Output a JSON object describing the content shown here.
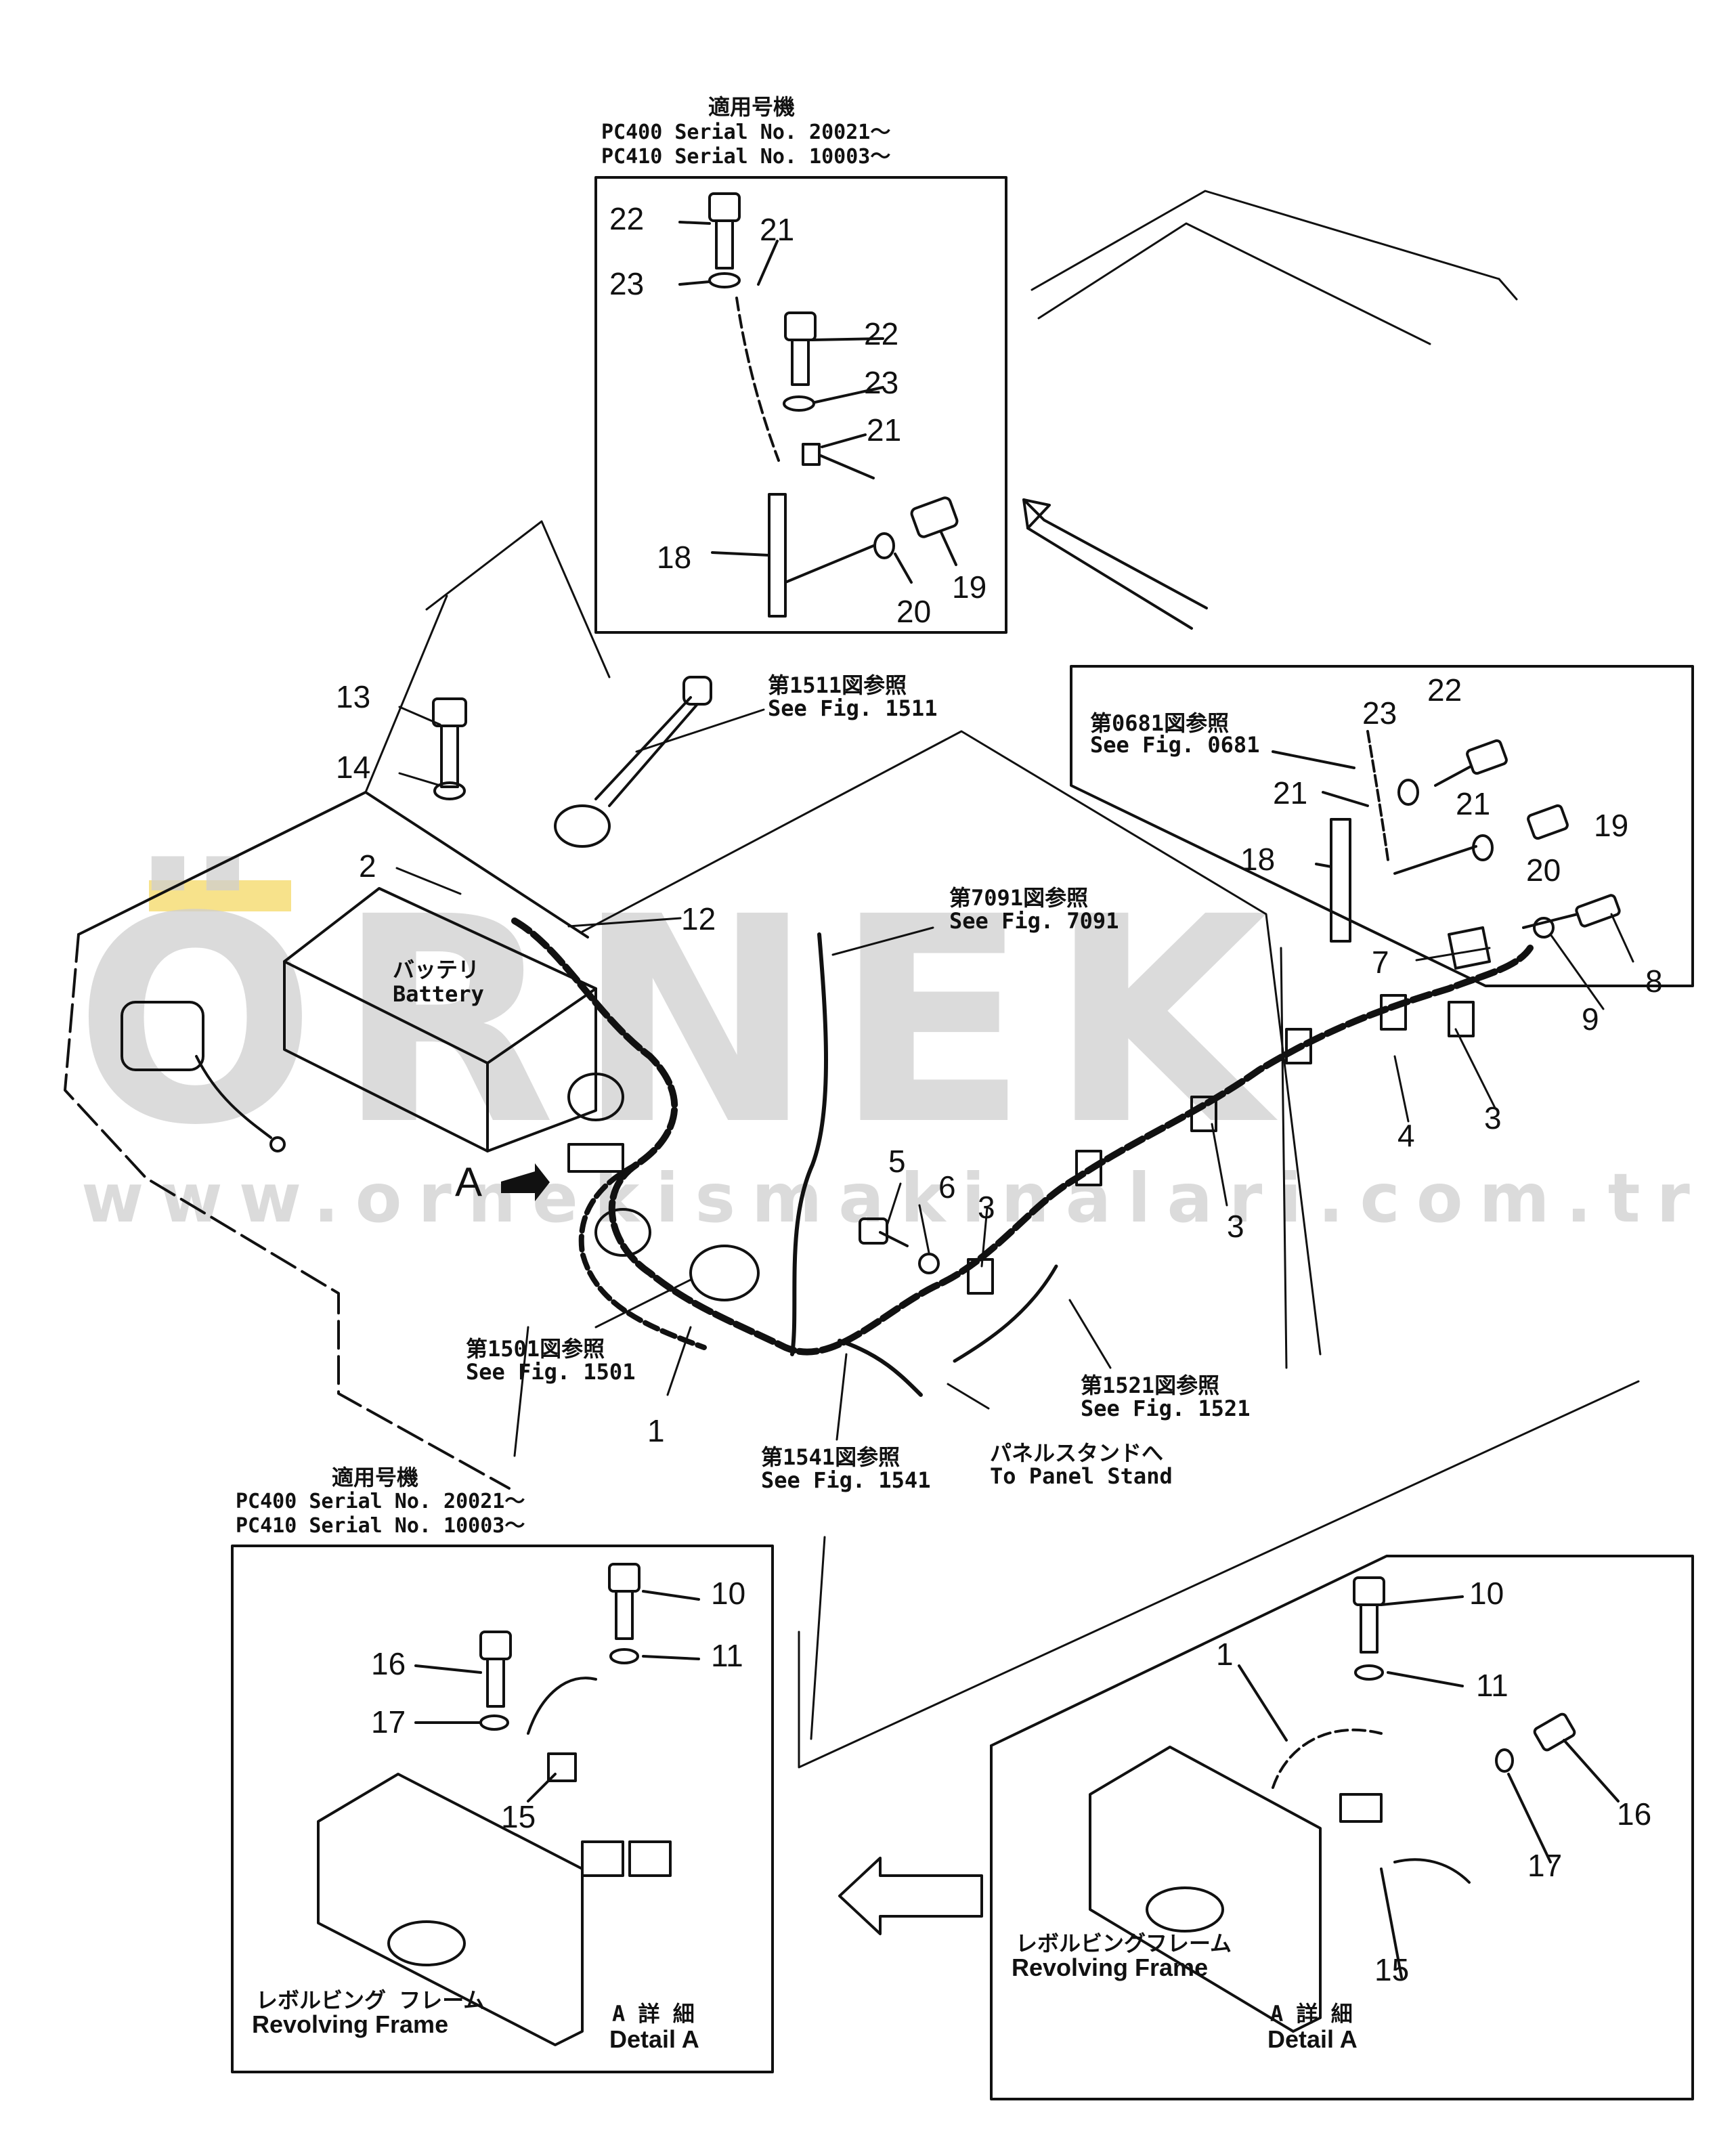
{
  "top_inset": {
    "note_jp": "適用号機",
    "serial_lines": [
      "PC400  Serial  No.  20021～",
      "PC410  Serial  No.  10003～"
    ],
    "callouts": [
      "22",
      "21",
      "23",
      "22",
      "23",
      "21",
      "18",
      "20",
      "19"
    ]
  },
  "right_inset": {
    "ref_jp": "第0681図参照",
    "ref_en": "See  Fig.  0681",
    "callouts": [
      "23",
      "22",
      "21",
      "21",
      "19",
      "18",
      "20"
    ]
  },
  "main": {
    "refs": [
      {
        "jp": "第1511図参照",
        "en": "See  Fig.  1511"
      },
      {
        "jp": "第7091図参照",
        "en": "See  Fig.  7091"
      },
      {
        "jp": "第1501図参照",
        "en": "See  Fig.  1501"
      },
      {
        "jp": "第1541図参照",
        "en": "See  Fig.  1541"
      },
      {
        "jp": "第1521図参照",
        "en": "See  Fig.  1521"
      }
    ],
    "battery_jp": "バッテリ",
    "battery_en": "Battery",
    "panel_jp": "パネルスタンドへ",
    "panel_en": "To  Panel  Stand",
    "detail_marker": "A",
    "callouts": [
      "13",
      "14",
      "2",
      "12",
      "7",
      "8",
      "9",
      "4",
      "3",
      "5",
      "6",
      "3",
      "3",
      "1"
    ]
  },
  "bottom_left_inset": {
    "note_jp": "適用号機",
    "serial_lines": [
      "PC400  Serial  No.  20021～",
      "PC410  Serial  No.  10003～"
    ],
    "frame_jp": "レボルビング フレーム",
    "frame_en": "Revolving Frame",
    "detail_jp": "A  詳  細",
    "detail_en": "Detail A",
    "callouts": [
      "10",
      "11",
      "16",
      "17",
      "15"
    ]
  },
  "bottom_right_inset": {
    "frame_jp": "レボルビングフレーム",
    "frame_en": "Revolving  Frame",
    "detail_jp": "A  詳  細",
    "detail_en": "Detail A",
    "callouts": [
      "10",
      "1",
      "11",
      "16",
      "17",
      "15"
    ]
  },
  "watermark": {
    "brand": "ÖRNEK",
    "url": "www.ornekismakinalari.com.tr",
    "accent_color": "#f1cf3d",
    "text_color": "#cfcfcf"
  }
}
